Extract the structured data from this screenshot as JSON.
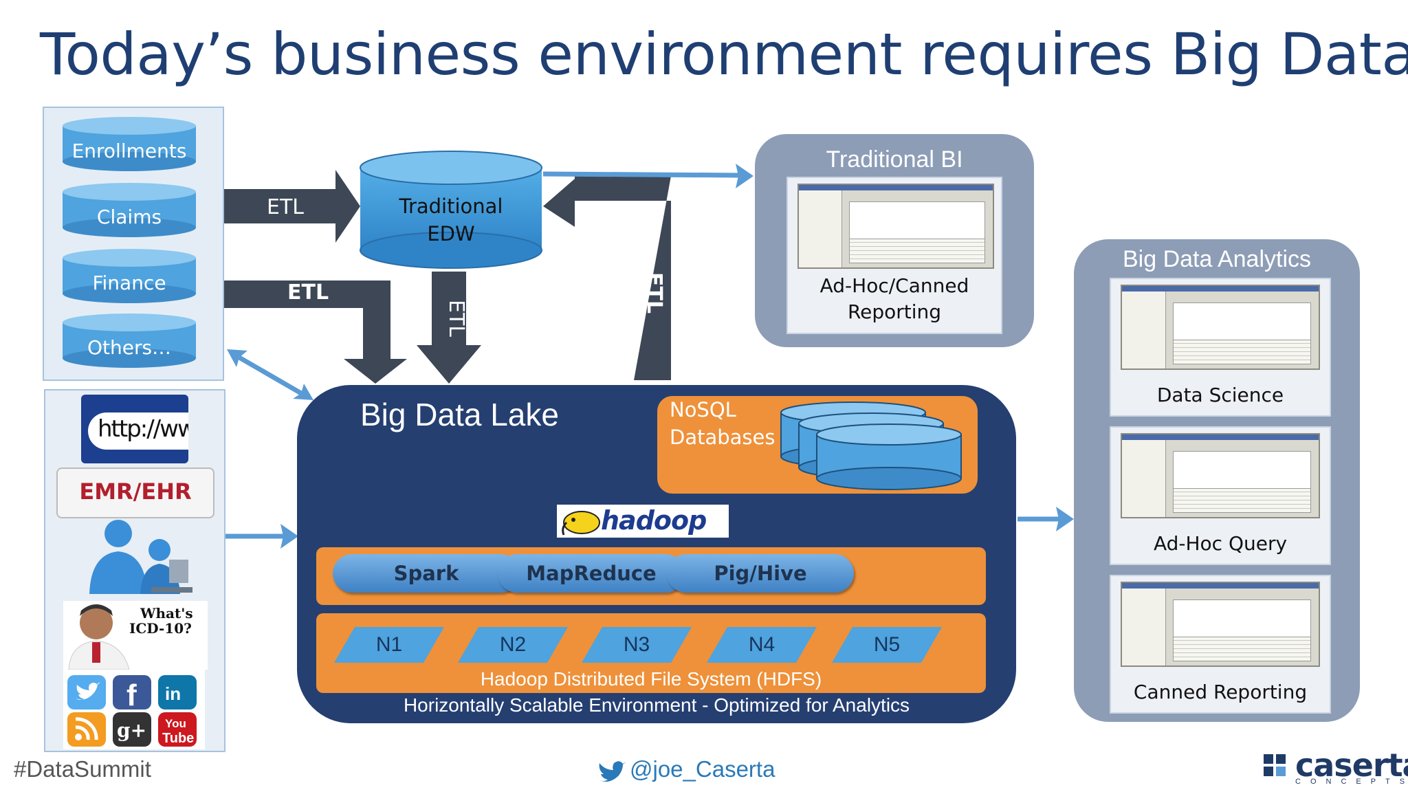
{
  "title": "Today’s business environment requires Big Data",
  "sources": [
    "Enrollments",
    "Claims",
    "Finance",
    "Others…"
  ],
  "external_sources": {
    "http_text": "http://www.",
    "emr_ehr": "EMR/EHR",
    "icd_line1": "What's",
    "icd_line2": "ICD-10?",
    "icons": [
      "globe-http-icon",
      "call-center-icon",
      "doctor-icon",
      "twitter-icon",
      "facebook-icon",
      "linkedin-icon",
      "rss-icon",
      "google-plus-icon",
      "youtube-icon"
    ]
  },
  "arrows": {
    "etl_to_edw": "ETL",
    "etl_to_lake": "ETL",
    "etl_edw_down": "ETL",
    "etl_lake_up": "ETL"
  },
  "edw": {
    "line1": "Traditional",
    "line2": "EDW"
  },
  "traditional_bi": {
    "title": "Traditional BI",
    "caption_line1": "Ad-Hoc/Canned",
    "caption_line2": "Reporting"
  },
  "big_data_analytics": {
    "title": "Big Data Analytics",
    "cards": [
      "Data Science",
      "Ad-Hoc Query",
      "Canned Reporting"
    ]
  },
  "lake": {
    "title": "Big Data Lake",
    "nosql_line1": "NoSQL",
    "nosql_line2": "Databases",
    "hadoop": "hadoop",
    "processing": [
      "Spark",
      "MapReduce",
      "Pig/Hive"
    ],
    "nodes": [
      "N1",
      "N2",
      "N3",
      "N4",
      "N5"
    ],
    "hdfs": "Hadoop Distributed File System (HDFS)",
    "footer": "Horizontally Scalable Environment  - Optimized for Analytics"
  },
  "footer": {
    "tag": "#DataSummit",
    "handle": "@joe_Caserta",
    "logo": "caserta",
    "logo_sub": "CONCEPTS"
  },
  "colors": {
    "title": "#1f3f73",
    "dark_arrow": "#3d4756",
    "blue_arrow": "#5a9bd5",
    "lake": "#253f71",
    "orange": "#ee913a",
    "panel": "#8d9db6",
    "cylinder": "#4fa3de"
  }
}
